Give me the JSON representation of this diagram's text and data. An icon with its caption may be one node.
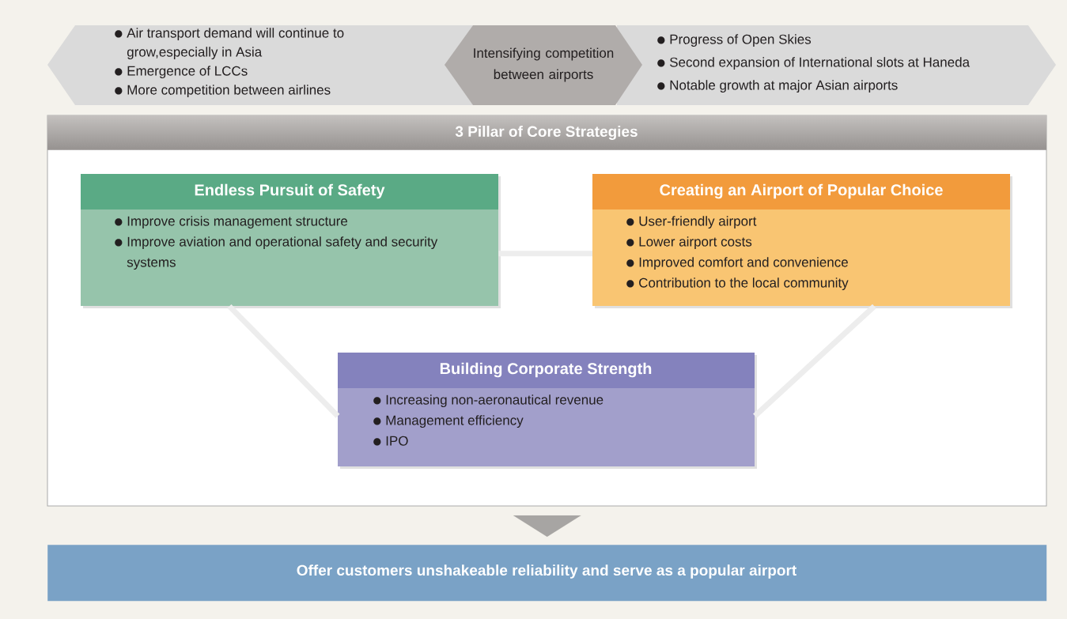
{
  "diagram": {
    "nodes": [
      {
        "text": [
          "Air transport demand will continue to grow,especially in Asia",
          "Emergence of LCCs",
          "More competition between airlines"
        ]
      },
      {
        "text": [
          "Intensifying competition between airports"
        ]
      },
      {
        "text": [
          "Progress of Open Skies",
          "Second expansion of International slots at Haneda",
          "Notable growth at major Asian airports"
        ]
      },
      {
        "text": [
          "3 Pillar of Core Strategies"
        ]
      },
      {
        "text": [
          "Endless Pursuit of Safety",
          "Improve crisis management structure",
          "Improve aviation and operational safety and security systems"
        ],
        "in": 3
      },
      {
        "text": [
          "Creating an Airport of Popular Choice",
          "User-friendly airport",
          "Lower airport costs",
          "Improved comfort and convenience",
          "Contribution to the local community"
        ],
        "in": 3
      },
      {
        "text": [
          "Building Corporate Strength",
          "Increasing non-aeronautical revenue",
          "Management efficiency",
          "IPO"
        ],
        "in": 3
      },
      {
        "text": [
          "Offer customers unshakeable reliability and serve as a popular airport"
        ]
      }
    ],
    "edges": [
      {
        "from": 4,
        "to": 5,
        "arrow": "none"
      },
      {
        "from": 4,
        "to": 6,
        "arrow": "none"
      },
      {
        "from": 5,
        "to": 6,
        "arrow": "none"
      },
      {
        "from": 3,
        "to": 7,
        "arrow": "to",
        "color": "#a7a5a3"
      }
    ]
  }
}
